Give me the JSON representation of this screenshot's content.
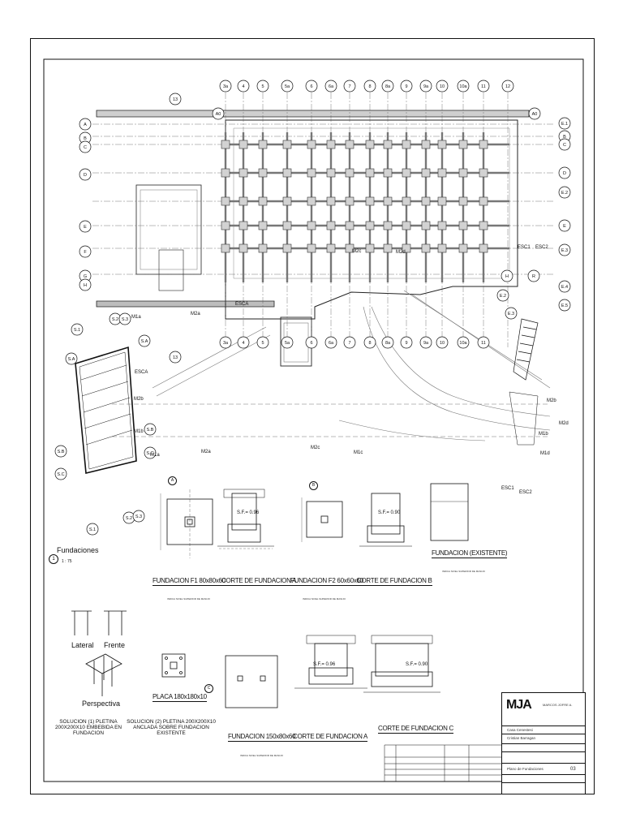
{
  "sheet": {
    "plan_title": "Fundaciones",
    "plan_scale": "1 : 75",
    "plan_number": "1"
  },
  "axes_top": [
    "3a",
    "4",
    "5",
    "5a",
    "6",
    "6a",
    "7",
    "8",
    "8a",
    "9",
    "9a",
    "10",
    "10a",
    "11",
    "12"
  ],
  "axes_mid": [
    "3a",
    "4",
    "5",
    "5a",
    "6",
    "6a",
    "7",
    "8",
    "8a",
    "9",
    "9a",
    "10",
    "10a",
    "11"
  ],
  "axes_left": [
    "A",
    "B",
    "C",
    "D",
    "E",
    "F",
    "G",
    "H"
  ],
  "axes_right": [
    "E.1",
    "B",
    "C",
    "D",
    "E.2",
    "E",
    "E.3",
    "E.4",
    "E.5"
  ],
  "axis_13": "13",
  "axis_a0": "A0",
  "site_labels": {
    "s1": "S.1",
    "s2": "S.2",
    "s3": "S.3",
    "sa": "S.A",
    "sb": "S.B",
    "sc": "S.C",
    "e3": "E.3",
    "e2": "E.2",
    "m1a": "M1a",
    "m2a": "M2a",
    "m2b": "M2b",
    "m1b": "M1b",
    "m2c": "M2c",
    "m1c": "M1c",
    "m1d": "M1d",
    "m2d": "M2d",
    "m2b_r": "M2b",
    "m2d_r": "M2d",
    "m1b_r": "M1b",
    "m1a_top": "M1a",
    "m2a_top": "M2a",
    "esc1": "ESC1",
    "esc2": "ESC2",
    "esca": "ESCA",
    "esc1b": "ESC1",
    "esc2b": "ESC2",
    "esca2": "ESCA",
    "m2c_top": "M2c",
    "m2d_top": "M2d",
    "h_circle": "H",
    "r_circle": "R"
  },
  "details": {
    "f1_title": "FUNDACION F1 80x80x60",
    "corte_a_title": "CORTE DE FUNDACION A",
    "f2_title": "FUNDACION F2 60x60x60",
    "corte_b_title": "CORTE DE FUNDACION B",
    "existente_title": "FUNDACION (EXISTENTE)",
    "placa_title": "PLACA 180x180x10",
    "f150_title": "FUNDACION 150x80x60",
    "corte_a2_title": "CORTE DE FUNDACION A",
    "corte_c_title": "CORTE DE FUNDACION C",
    "lateral": "Lateral",
    "frente": "Frente",
    "perspectiva": "Perspectiva",
    "solucion1": "SOLUCION (1) PLETINA 200X200X10 EMBEBIDA EN FUNDACION",
    "solucion2": "SOLUCION (2) PLETINA 200X200X10 ANCLADA SOBRE FUNDACION EXISTENTE",
    "sf1": "S.F.= 0.96",
    "sf2": "S.F.= 0.90",
    "sf3": "S.F.= 0.96",
    "sf4": "S.F.= 0.90",
    "nivel_note": "INDICA NIVEL SUPERIOR DE MASIJO",
    "mark_a": "A",
    "mark_b": "B",
    "mark_c": "C"
  },
  "title_block": {
    "logo": "MJA",
    "company": "MARCOS JOFRE A.",
    "line1": "Casa Cenestesi",
    "line2": "Cristian Barragan",
    "drawing_name": "Plano de Fundaciones",
    "sheet_code": "03"
  }
}
